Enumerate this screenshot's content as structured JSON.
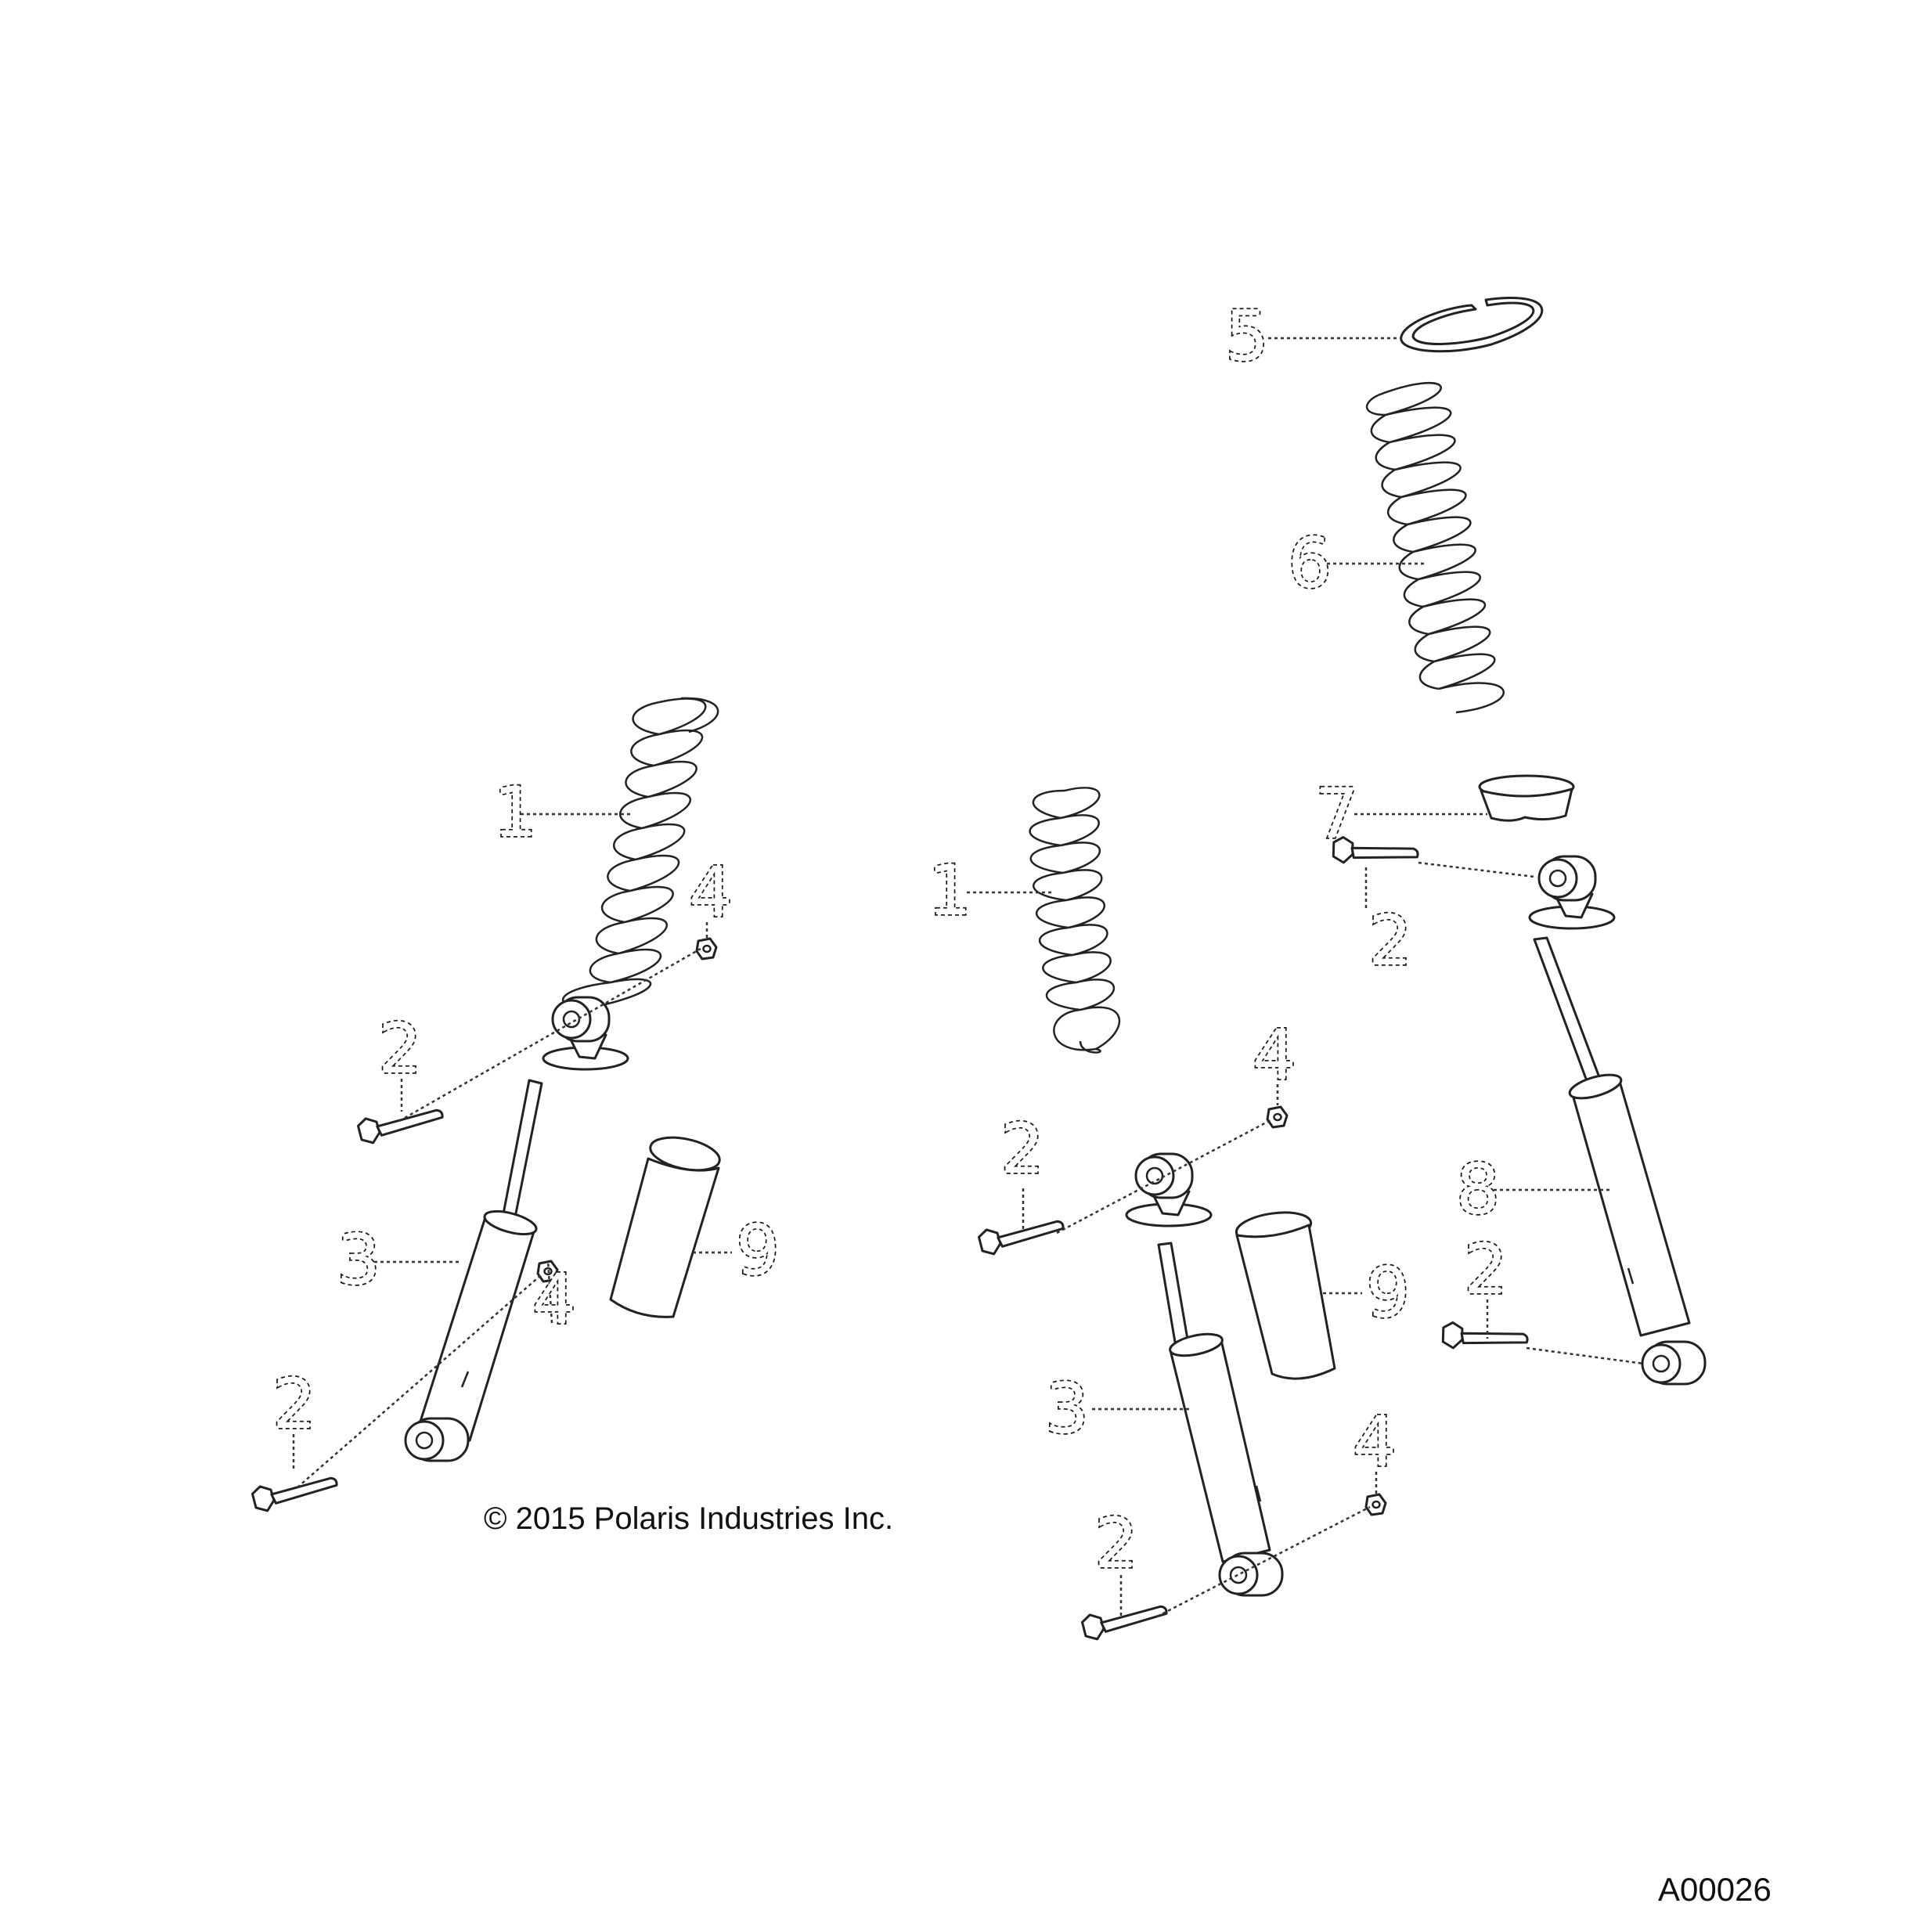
{
  "callouts": {
    "c1a": "1",
    "c1b": "1",
    "c2a": "2",
    "c2b": "2",
    "c2c": "2",
    "c2d": "2",
    "c2e": "2",
    "c2f": "2",
    "c3a": "3",
    "c3b": "3",
    "c4a": "4",
    "c4b": "4",
    "c4c": "4",
    "c4d": "4",
    "c5": "5",
    "c6": "6",
    "c7": "7",
    "c8": "8",
    "c9a": "9",
    "c9b": "9"
  },
  "copyright": "© 2015 Polaris Industries Inc.",
  "figure_id": "A00026"
}
